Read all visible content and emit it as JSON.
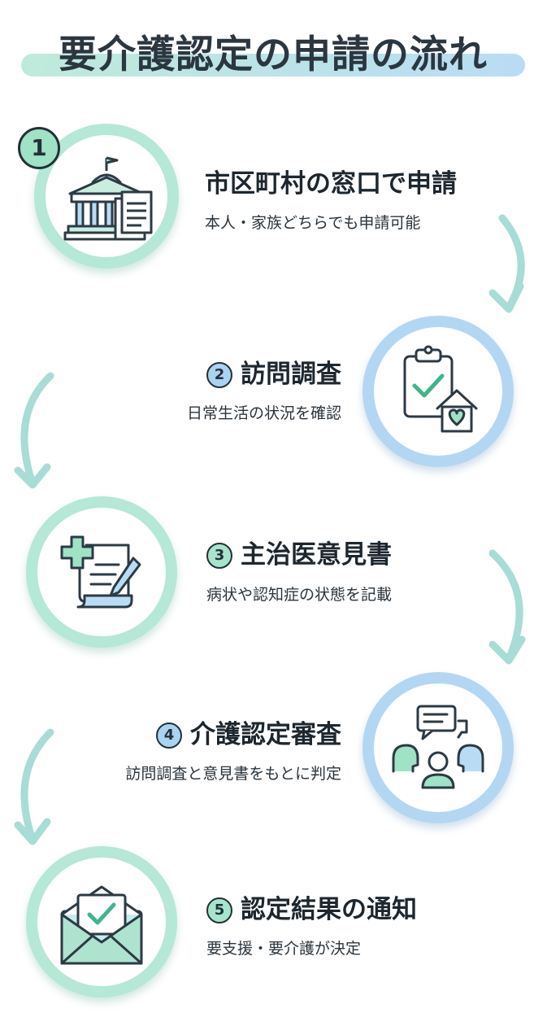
{
  "title": "要介護認定の申請の流れ",
  "colors": {
    "green": "#b5e8d6",
    "blue": "#b3d7f2",
    "text": "#1f2a33"
  },
  "steps": [
    {
      "number": "1",
      "title": "市区町村の窓口で申請",
      "description": "本人・家族どちらでも申請可能",
      "icon": "city-hall-document-icon"
    },
    {
      "number": "2",
      "title": "訪問調査",
      "description": "日常生活の状況を確認",
      "icon": "clipboard-house-icon"
    },
    {
      "number": "3",
      "title": "主治医意見書",
      "description": "病状や認知症の状態を記載",
      "icon": "medical-document-pen-icon"
    },
    {
      "number": "4",
      "title": "介護認定審査",
      "description": "訪問調査と意見書をもとに判定",
      "icon": "discussion-people-icon"
    },
    {
      "number": "5",
      "title": "認定結果の通知",
      "description": "要支援・要介護が決定",
      "icon": "envelope-check-icon"
    }
  ]
}
